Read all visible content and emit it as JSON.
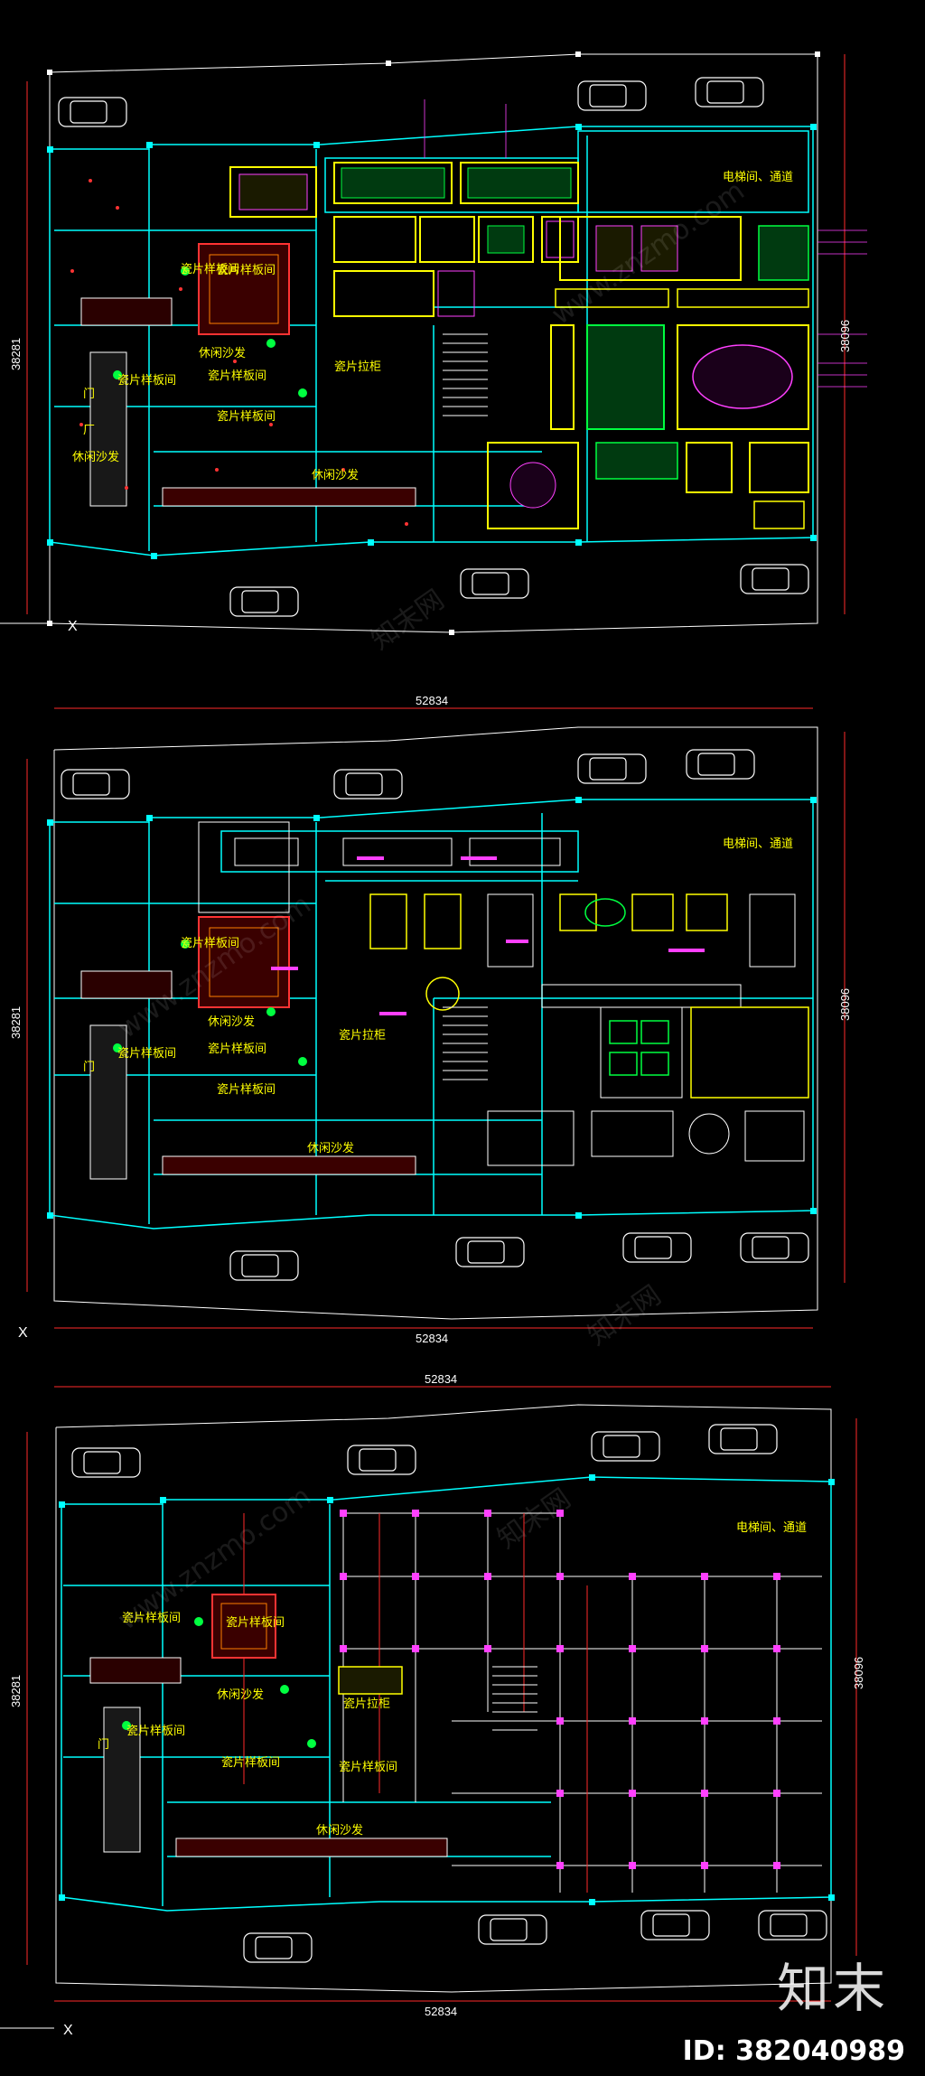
{
  "drawing": {
    "sheets": [
      {
        "name": "ceiling-plan",
        "width_dim": "52834",
        "height_dim_left": "38281",
        "height_dim_right": "38096",
        "axis_label": "X",
        "room_labels": {
          "elevator": "电梯间、通道",
          "tile_sample_1": "瓷片样板间",
          "tile_sample_2": "瓷片样板间",
          "tile_sample_3": "瓷片样板间",
          "tile_sample_4": "瓷片样板间",
          "tile_sample_5": "瓷片样板间",
          "leisure_sofa_1": "休闲沙发",
          "leisure_sofa_2": "休闲沙发",
          "leisure_sofa_3": "休闲沙发",
          "tile_cabinet": "瓷片拉柜",
          "shop_1": "门",
          "room_1": "厂"
        }
      },
      {
        "name": "furniture-plan",
        "width_dim": "52834",
        "height_dim_left": "38281",
        "height_dim_right": "38096",
        "axis_label": "X",
        "room_labels": {
          "elevator": "电梯间、通道",
          "tile_sample_1": "瓷片样板间",
          "tile_sample_2": "瓷片样板间",
          "tile_sample_3": "瓷片样板间",
          "tile_sample_4": "瓷片样板间",
          "leisure_sofa_1": "休闲沙发",
          "leisure_sofa_2": "休闲沙发",
          "tile_cabinet": "瓷片拉柜",
          "shop_1": "门"
        }
      },
      {
        "name": "wall-plan",
        "width_dim": "52834",
        "height_dim_left": "38281",
        "height_dim_right": "38096",
        "axis_label": "X",
        "room_labels": {
          "elevator": "电梯间、通道",
          "tile_sample_1": "瓷片样板间",
          "tile_sample_2": "瓷片样板间",
          "tile_sample_3": "瓷片样板间",
          "tile_sample_4": "瓷片样板间",
          "tile_sample_5": "瓷片样板间",
          "leisure_sofa_1": "休闲沙发",
          "leisure_sofa_2": "休闲沙发",
          "tile_cabinet": "瓷片拉柜",
          "shop_1": "门"
        }
      }
    ]
  },
  "watermark": {
    "brand": "知末",
    "site": "www.znzmo.com",
    "site_cn": "知末网",
    "id_label": "ID: 382040989"
  },
  "colors": {
    "wall": "#00ffff",
    "furniture": "#ffff00",
    "annotation": "#ff40ff",
    "marker": "#ff3333",
    "green": "#00ff40",
    "white": "#ffffff",
    "background": "#000000"
  }
}
